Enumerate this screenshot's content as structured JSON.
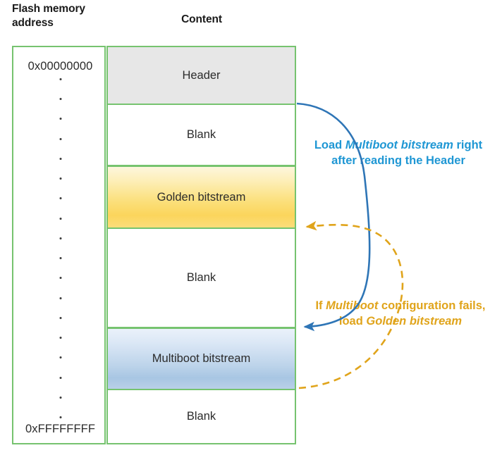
{
  "headings": {
    "flash_address": "Flash memory address",
    "content": "Content"
  },
  "address_column": {
    "top_address": "0x00000000",
    "bottom_address": "0xFFFFFFFF",
    "ellipsis_dot_count": 18
  },
  "memory_blocks": [
    {
      "label": "Header",
      "kind": "header"
    },
    {
      "label": "Blank",
      "kind": "blank"
    },
    {
      "label": "Golden bitstream",
      "kind": "golden"
    },
    {
      "label": "Blank",
      "kind": "blank"
    },
    {
      "label": "Multiboot bitstream",
      "kind": "multiboot"
    },
    {
      "label": "Blank",
      "kind": "blank"
    }
  ],
  "annotations": {
    "blue": {
      "color": "#1f97d4",
      "parts": [
        {
          "text": "Load ",
          "italic": false
        },
        {
          "text": "Multiboot bitstream",
          "italic": true
        },
        {
          "text": " right after reading the Header",
          "italic": false
        }
      ],
      "plain": "Load Multiboot bitstream right after reading the Header"
    },
    "orange": {
      "color": "#e0a41b",
      "parts": [
        {
          "text": "If ",
          "italic": false
        },
        {
          "text": "Multiboot",
          "italic": true
        },
        {
          "text": " configuration fails, load ",
          "italic": false
        },
        {
          "text": "Golden bitstream",
          "italic": true
        }
      ],
      "plain": "If Multiboot configuration fails, load Golden bitstream"
    }
  },
  "arrows": [
    {
      "name": "load-multiboot-arrow",
      "style": "solid",
      "color": "#2e75b6",
      "from": "Header / Blank boundary",
      "to": "Multiboot bitstream top edge"
    },
    {
      "name": "fallback-golden-arrow",
      "style": "dashed",
      "color": "#e0a41b",
      "from": "Multiboot bitstream bottom edge",
      "to": "Golden bitstream bottom edge"
    }
  ],
  "colors": {
    "frame_green": "#76c36f",
    "header_gray": "#e7e7e7",
    "golden": "#fbd55c",
    "multiboot": "#a8c6e3",
    "blue_accent": "#2e75b6",
    "orange_accent": "#e0a41b"
  }
}
